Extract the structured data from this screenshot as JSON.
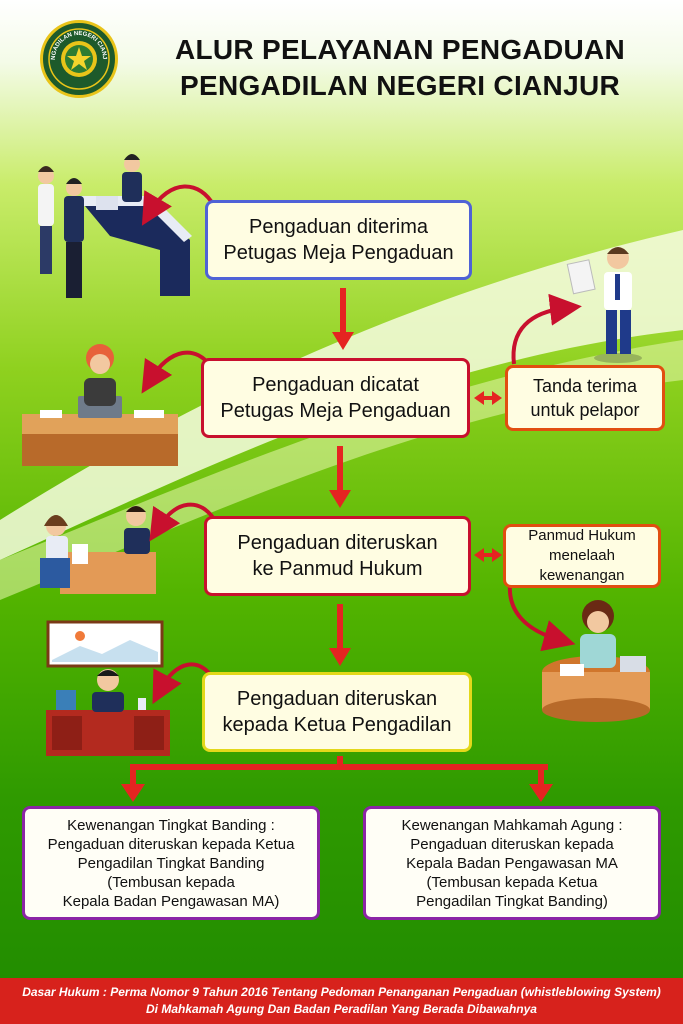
{
  "title": {
    "line1": "ALUR PELAYANAN PENGADUAN",
    "line2": "PENGADILAN NEGERI CIANJUR"
  },
  "logo": {
    "text": "PENGADILAN NEGERI CIANJUR",
    "icon": "court-emblem-icon"
  },
  "steps": [
    {
      "line1": "Pengaduan diterima",
      "line2": "Petugas Meja Pengaduan"
    },
    {
      "line1": "Pengaduan dicatat",
      "line2": "Petugas Meja Pengaduan"
    },
    {
      "line1": "Pengaduan diteruskan",
      "line2": "ke Panmud Hukum"
    },
    {
      "line1": "Pengaduan diteruskan",
      "line2": "kepada Ketua Pengadilan"
    }
  ],
  "side_boxes": [
    {
      "line1": "Tanda terima",
      "line2": "untuk pelapor"
    },
    {
      "line1": "Panmud Hukum",
      "line2": "menelaah kewenangan"
    }
  ],
  "outcomes": [
    {
      "lines": [
        "Kewenangan Tingkat Banding :",
        "Pengaduan diteruskan kepada Ketua",
        "Pengadilan Tingkat Banding",
        "(Tembusan kepada",
        "Kepala Badan Pengawasan MA)"
      ]
    },
    {
      "lines": [
        "Kewenangan Mahkamah Agung :",
        "Pengaduan diteruskan kepada",
        "Kepala Badan Pengawasan MA",
        "(Tembusan kepada Ketua",
        "Pengadilan Tingkat Banding)"
      ]
    }
  ],
  "footer": {
    "line1": "Dasar Hukum : Perma Nomor 9 Tahun 2016 Tentang Pedoman Penanganan Pengaduan (whistleblowing System)",
    "line2": "Di Mahkamah Agung Dan Badan Peradilan Yang Berada Dibawahnya"
  },
  "colors": {
    "arrow": "#e52421",
    "curved_arrow": "#c8102e",
    "background_top": "#ffffff",
    "background_green": "#53b400",
    "footer_bg": "#d7221c"
  }
}
